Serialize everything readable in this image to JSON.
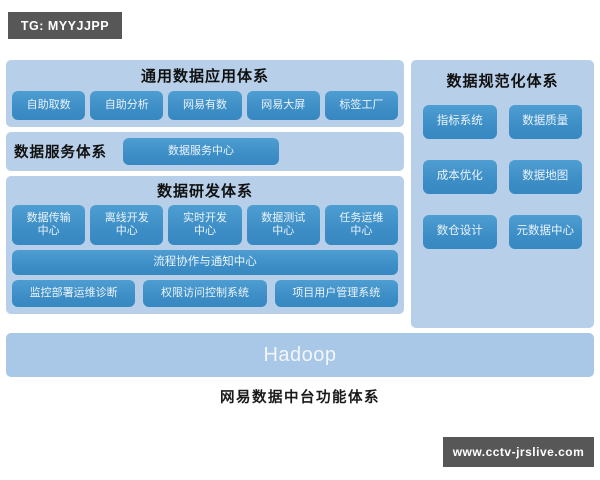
{
  "watermarks": {
    "top_left": "TG: MYYJJPP",
    "bottom_right": "www.cctv-jrslive.com"
  },
  "colors": {
    "panel_bg": "#b7cfe8",
    "chip_blue": "#3d8ec6",
    "hadoop_bar": "#a9c7e7",
    "watermark_bg": "#575757"
  },
  "diagram": {
    "caption": "网易数据中台功能体系",
    "platform_bar": {
      "label": "Hadoop"
    },
    "left_column": {
      "application_system": {
        "title": "通用数据应用体系",
        "items": [
          "自助取数",
          "自助分析",
          "网易有数",
          "网易大屏",
          "标签工厂"
        ]
      },
      "service_system": {
        "title": "数据服务体系",
        "items": [
          "数据服务中心"
        ]
      },
      "development_system": {
        "title": "数据研发体系",
        "row_centers": [
          "数据传输\n中心",
          "离线开发\n中心",
          "实时开发\n中心",
          "数据测试\n中心",
          "任务运维\n中心"
        ],
        "row_bar": "流程协作与通知中心",
        "row_systems": [
          "监控部署运维诊断",
          "权限访问控制系统",
          "项目用户管理系统"
        ]
      }
    },
    "right_column": {
      "standardization_system": {
        "title": "数据规范化体系",
        "items": [
          "指标系统",
          "数据质量",
          "成本优化",
          "数据地图",
          "数仓设计",
          "元数据中心"
        ]
      }
    }
  }
}
